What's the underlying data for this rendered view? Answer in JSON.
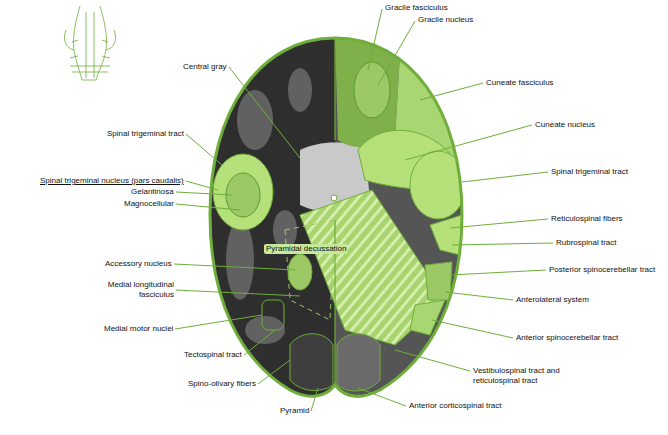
{
  "diagram": {
    "labels": [
      "Gracile fasciculus",
      "Gracile nucleus",
      "Central gray",
      "Cuneate fasciculus",
      "Cuneate nucleus",
      "Spinal trigeminal tract",
      "Spinal trigeminal tract",
      "Spinal trigeminal nucleus (pars caudalis)",
      "Gelantinosa",
      "Magnocellular",
      "Pyramidal decussation",
      "Reticulospinal fibers",
      "Rubrospinal tract",
      "Posterior spinocerebellar tract",
      "Accessory nucleus",
      "Medial longitudinal fasciculus",
      "Anterolateral system",
      "Medial motor nuclei",
      "Anterior spinocerebellar tract",
      "Tectospinal tract",
      "Vestibulospinal tract and reticulospinal tract",
      "Spino-olivary fibers",
      "Pyramid",
      "Anterior corticospinal tract"
    ]
  }
}
